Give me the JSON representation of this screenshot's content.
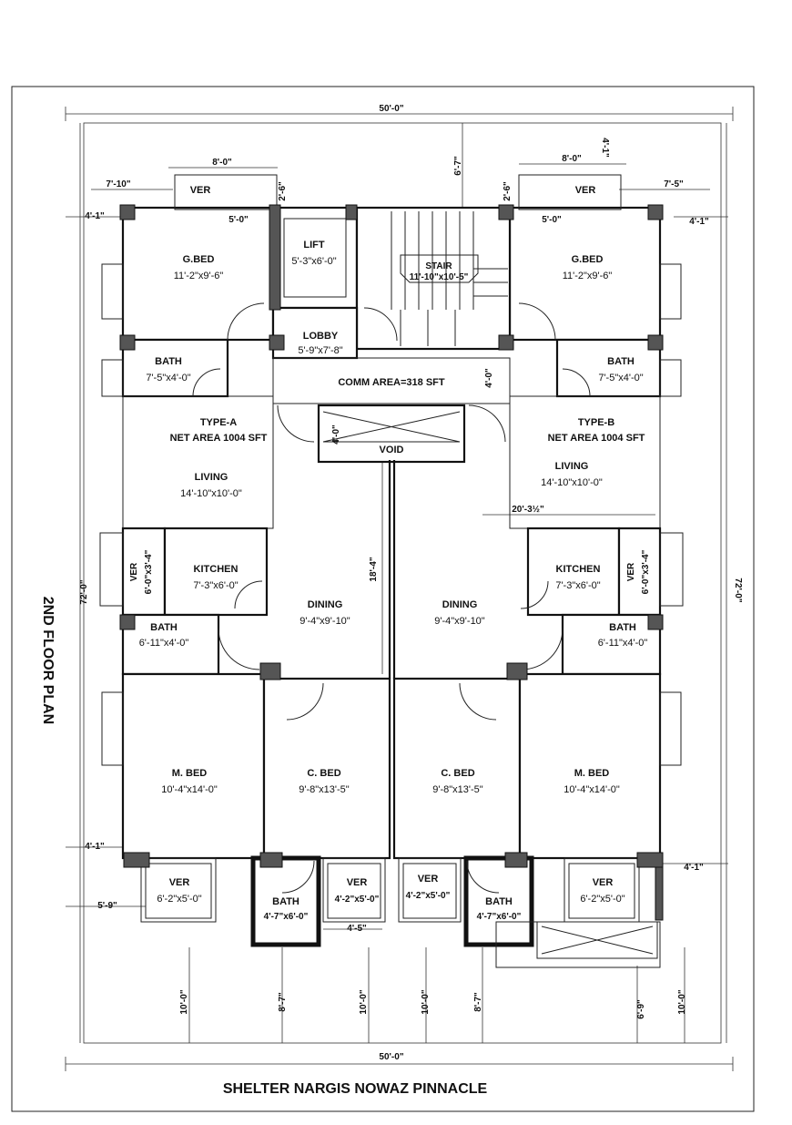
{
  "title": "SHELTER NARGIS NOWAZ PINNACLE",
  "plan_label": "2ND FLOOR PLAN",
  "dimensions": {
    "overall_width_top": "50'-0\"",
    "overall_width_bottom": "50'-0\"",
    "overall_depth_left": "72'-0\"",
    "overall_depth_right": "72'-0\"",
    "top_setback": "6'-7\"",
    "ver_width_left": "8'-0\"",
    "ver_width_right": "8'-0\"",
    "side_left_top": "7'-10\"",
    "side_right_top": "7'-5\"",
    "ver_depth_left": "2'-6\"",
    "ver_depth_right": "2'-6\"",
    "offset_top_right": "4'-1\"",
    "window_left": "5'-0\"",
    "window_right": "5'-0\"",
    "edge_left_top": "4'-1\"",
    "edge_right_top": "4'-1\"",
    "edge_left_bottom": "4'-1\"",
    "edge_right_bottom": "4'-1\"",
    "comm_depth": "4'-0\"",
    "void_depth": "4'-0\"",
    "center_dim": "18'-4\"",
    "living_width_b": "20'-3½\"",
    "bottom_left_offset": "5'-9\"",
    "bath_gap": "4'-5\"",
    "bottom_dims": [
      "10'-0\"",
      "8'-7\"",
      "10'-0\"",
      "10'-0\"",
      "8'-7\"",
      "6'-9\"",
      "10'-0\""
    ]
  },
  "rooms": {
    "ver_tl": {
      "name": "VER"
    },
    "ver_tr": {
      "name": "VER"
    },
    "gbed_a": {
      "name": "G.BED",
      "size": "11'-2\"x9'-6\""
    },
    "gbed_b": {
      "name": "G.BED",
      "size": "11'-2\"x9'-6\""
    },
    "lift": {
      "name": "LIFT",
      "size": "5'-3\"x6'-0\""
    },
    "stair": {
      "name": "STAIR",
      "size": "11'-10\"x10'-5\""
    },
    "lobby": {
      "name": "LOBBY",
      "size": "5'-9\"x7'-8\""
    },
    "bath_a_top": {
      "name": "BATH",
      "size": "7'-5\"x4'-0\""
    },
    "bath_b_top": {
      "name": "BATH",
      "size": "7'-5\"x4'-0\""
    },
    "comm": {
      "name": "COMM AREA=318 SFT"
    },
    "void": {
      "name": "VOID"
    },
    "type_a": {
      "name": "TYPE-A",
      "area": "NET AREA 1004 SFT"
    },
    "type_b": {
      "name": "TYPE-B",
      "area": "NET AREA 1004 SFT"
    },
    "living_a": {
      "name": "LIVING",
      "size": "14'-10\"x10'-0\""
    },
    "living_b": {
      "name": "LIVING",
      "size": "14'-10\"x10'-0\""
    },
    "ver_ka": {
      "name": "VER",
      "size": "6'-0\"x3'-4\""
    },
    "ver_kb": {
      "name": "VER",
      "size": "6'-0\"x3'-4\""
    },
    "kitchen_a": {
      "name": "KITCHEN",
      "size": "7'-3\"x6'-0\""
    },
    "kitchen_b": {
      "name": "KITCHEN",
      "size": "7'-3\"x6'-0\""
    },
    "dining_a": {
      "name": "DINING",
      "size": "9'-4\"x9'-10\""
    },
    "dining_b": {
      "name": "DINING",
      "size": "9'-4\"x9'-10\""
    },
    "bath_a_mid": {
      "name": "BATH",
      "size": "6'-11\"x4'-0\""
    },
    "bath_b_mid": {
      "name": "BATH",
      "size": "6'-11\"x4'-0\""
    },
    "mbed_a": {
      "name": "M. BED",
      "size": "10'-4\"x14'-0\""
    },
    "mbed_b": {
      "name": "M. BED",
      "size": "10'-4\"x14'-0\""
    },
    "cbed_a": {
      "name": "C. BED",
      "size": "9'-8\"x13'-5\""
    },
    "cbed_b": {
      "name": "C. BED",
      "size": "9'-8\"x13'-5\""
    },
    "ver_bl": {
      "name": "VER",
      "size": "6'-2\"x5'-0\""
    },
    "ver_br": {
      "name": "VER",
      "size": "6'-2\"x5'-0\""
    },
    "bath_bl": {
      "name": "BATH",
      "size": "4'-7\"x6'-0\""
    },
    "bath_br": {
      "name": "BATH",
      "size": "4'-7\"x6'-0\""
    },
    "ver_bc1": {
      "name": "VER",
      "size": "4'-2\"x5'-0\""
    },
    "ver_bc2": {
      "name": "VER",
      "size": "4'-2\"x5'-0\""
    }
  }
}
